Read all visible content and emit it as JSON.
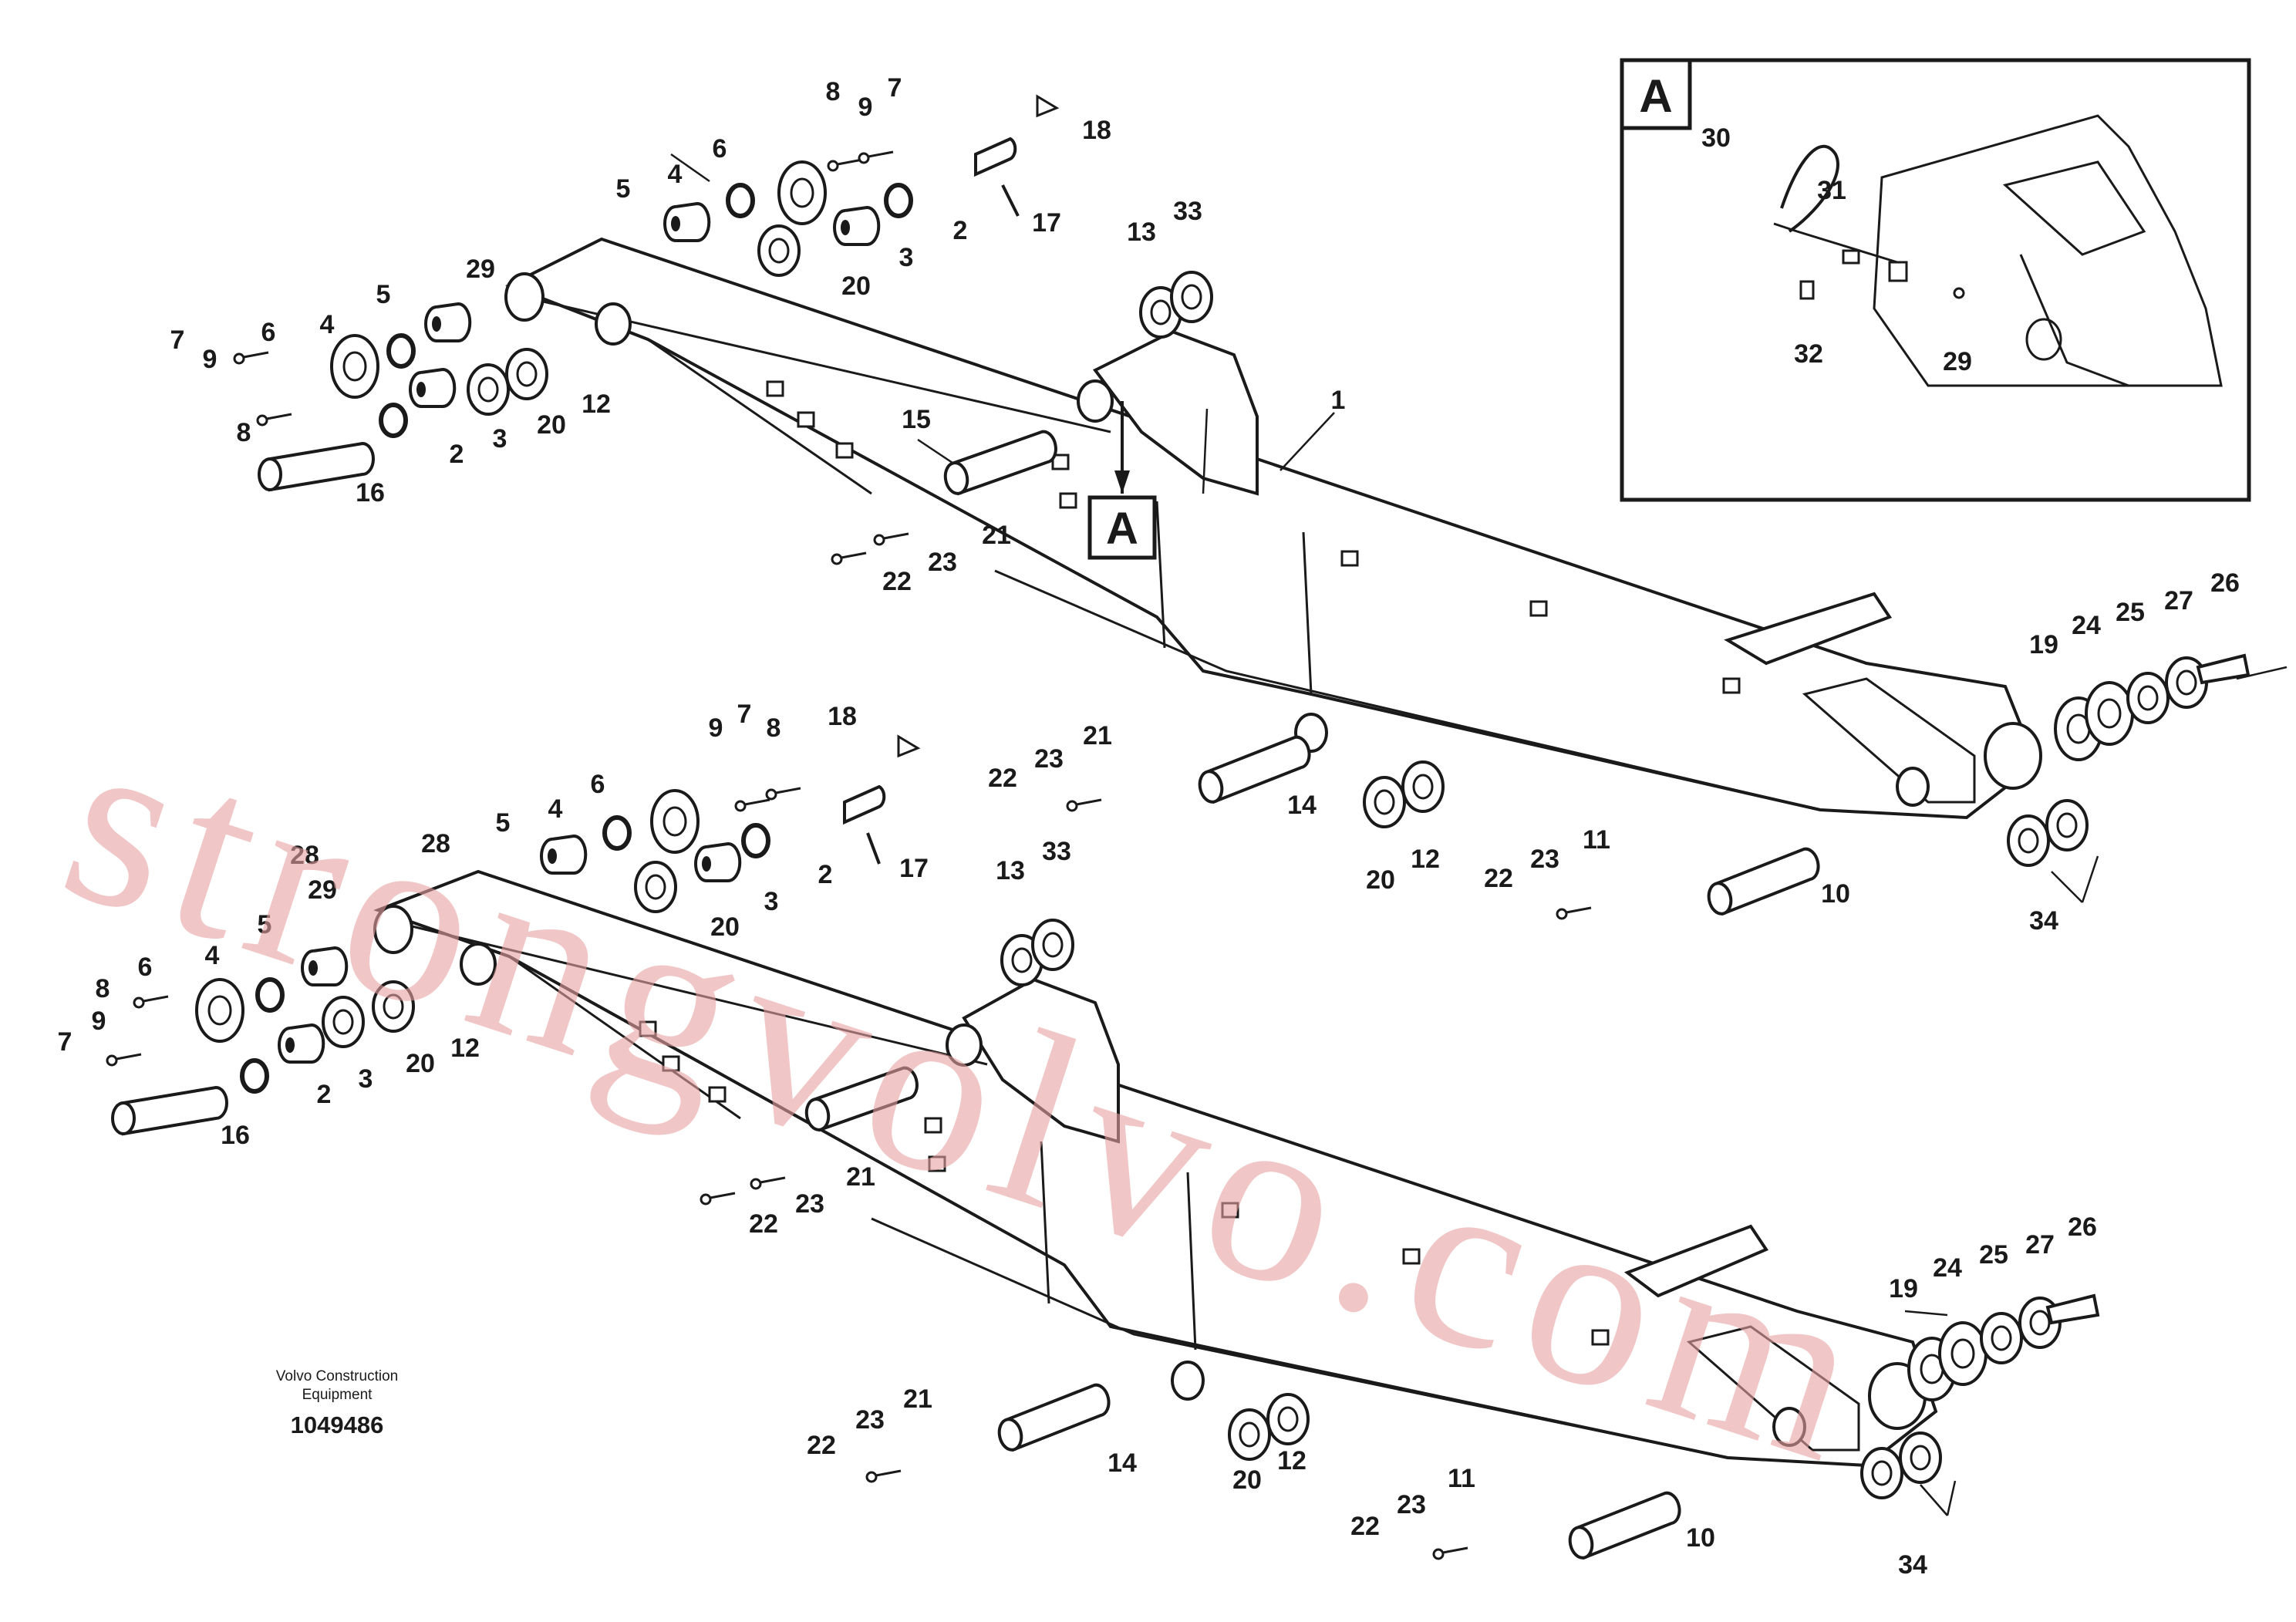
{
  "callouts": [
    "1",
    "2",
    "3",
    "4",
    "5",
    "6",
    "7",
    "8",
    "9",
    "10",
    "11",
    "12",
    "13",
    "14",
    "15",
    "16",
    "17",
    "18",
    "19",
    "20",
    "21",
    "22",
    "23",
    "24",
    "25",
    "26",
    "27",
    "28",
    "29",
    "30",
    "31",
    "32",
    "33",
    "34"
  ],
  "detail": {
    "label": "A",
    "callouts": [
      "29",
      "30",
      "31",
      "32"
    ]
  },
  "view_marker": "A",
  "caption": {
    "company_line1": "Volvo Construction",
    "company_line2": "Equipment",
    "drawing_number": "1049486"
  },
  "watermark": "strongvolvo.com",
  "colors": {
    "ink": "#1a1a1a",
    "watermark": "#e8a0a0",
    "background": "#ffffff"
  }
}
